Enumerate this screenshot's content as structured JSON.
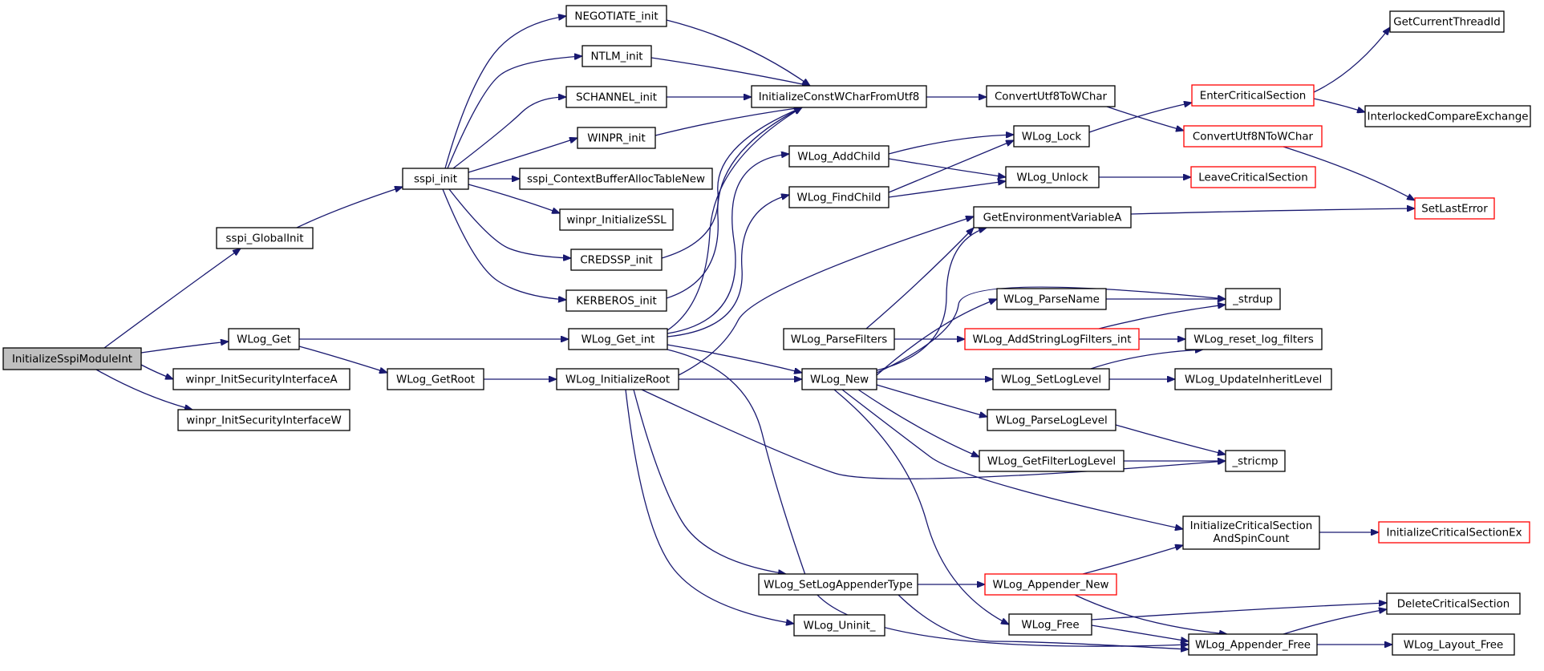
{
  "graph": {
    "type": "call-graph",
    "colors": {
      "edge": "#191970",
      "node_border": "#000000",
      "truncated_border": "#ff0000",
      "root_fill": "#bfbfbf"
    },
    "nodes": [
      {
        "id": "n0",
        "label": "InitializeSspiModuleInt"
      },
      {
        "id": "n1",
        "label": "sspi_GlobalInit"
      },
      {
        "id": "n2",
        "label": "WLog_Get"
      },
      {
        "id": "n3",
        "label": "winpr_InitSecurityInterfaceA"
      },
      {
        "id": "n4",
        "label": "winpr_InitSecurityInterfaceW"
      },
      {
        "id": "n5",
        "label": "sspi_init"
      },
      {
        "id": "n6",
        "label": "WLog_GetRoot"
      },
      {
        "id": "n7",
        "label": "NEGOTIATE_init"
      },
      {
        "id": "n8",
        "label": "NTLM_init"
      },
      {
        "id": "n9",
        "label": "SCHANNEL_init"
      },
      {
        "id": "n10",
        "label": "WINPR_init"
      },
      {
        "id": "n11",
        "label": "sspi_ContextBufferAllocTableNew"
      },
      {
        "id": "n12",
        "label": "winpr_InitializeSSL"
      },
      {
        "id": "n13",
        "label": "CREDSSP_init"
      },
      {
        "id": "n14",
        "label": "KERBEROS_init"
      },
      {
        "id": "n15",
        "label": "WLog_Get_int"
      },
      {
        "id": "n16",
        "label": "WLog_InitializeRoot"
      },
      {
        "id": "n17",
        "label": "InitializeConstWCharFromUtf8"
      },
      {
        "id": "n18",
        "label": "WLog_AddChild"
      },
      {
        "id": "n19",
        "label": "WLog_FindChild"
      },
      {
        "id": "n20",
        "label": "WLog_ParseFilters"
      },
      {
        "id": "n21",
        "label": "WLog_New"
      },
      {
        "id": "n22",
        "label": "WLog_SetLogAppenderType"
      },
      {
        "id": "n23",
        "label": "WLog_Uninit_"
      },
      {
        "id": "n24",
        "label": "ConvertUtf8ToWChar"
      },
      {
        "id": "n25",
        "label": "WLog_Lock"
      },
      {
        "id": "n26",
        "label": "WLog_Unlock"
      },
      {
        "id": "n27",
        "label": "GetEnvironmentVariableA"
      },
      {
        "id": "n28",
        "label": "WLog_ParseName"
      },
      {
        "id": "n29",
        "label": "WLog_AddStringLogFilters_int"
      },
      {
        "id": "n30",
        "label": "WLog_SetLogLevel"
      },
      {
        "id": "n31",
        "label": "WLog_ParseLogLevel"
      },
      {
        "id": "n32",
        "label": "WLog_GetFilterLogLevel"
      },
      {
        "id": "n33",
        "label": "InitializeCriticalSection",
        "label2": "AndSpinCount"
      },
      {
        "id": "n34",
        "label": "WLog_Appender_New"
      },
      {
        "id": "n35",
        "label": "WLog_Free"
      },
      {
        "id": "n36",
        "label": "WLog_Appender_Free"
      },
      {
        "id": "n37",
        "label": "EnterCriticalSection"
      },
      {
        "id": "n38",
        "label": "ConvertUtf8NToWChar"
      },
      {
        "id": "n39",
        "label": "LeaveCriticalSection"
      },
      {
        "id": "n40",
        "label": "_strdup"
      },
      {
        "id": "n41",
        "label": "WLog_reset_log_filters"
      },
      {
        "id": "n42",
        "label": "WLog_UpdateInheritLevel"
      },
      {
        "id": "n43",
        "label": "_stricmp"
      },
      {
        "id": "n44",
        "label": "InitializeCriticalSectionEx"
      },
      {
        "id": "n45",
        "label": "DeleteCriticalSection"
      },
      {
        "id": "n46",
        "label": "WLog_Layout_Free"
      },
      {
        "id": "n47",
        "label": "GetCurrentThreadId"
      },
      {
        "id": "n48",
        "label": "InterlockedCompareExchange"
      },
      {
        "id": "n49",
        "label": "SetLastError"
      }
    ]
  }
}
